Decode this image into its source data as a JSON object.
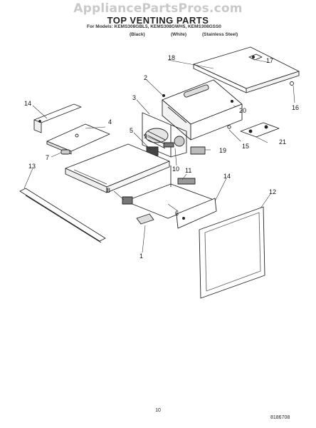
{
  "watermark": "AppliancePartsPros.com",
  "header": {
    "title": "TOP VENTING PARTS",
    "models_line": "For Models: KEMS308GBL5, KEMS308GWH5, KEMS308GSS0",
    "finishes": [
      "(Black)",
      "(White)",
      "(Stainless Steel)"
    ]
  },
  "callouts": [
    "1",
    "2",
    "3",
    "4",
    "5",
    "6",
    "7",
    "8",
    "9",
    "10",
    "11",
    "12",
    "13",
    "14",
    "14",
    "15",
    "16",
    "17",
    "18",
    "19",
    "20",
    "21"
  ],
  "footer": {
    "page_number": "10",
    "part_code": "8186708"
  }
}
